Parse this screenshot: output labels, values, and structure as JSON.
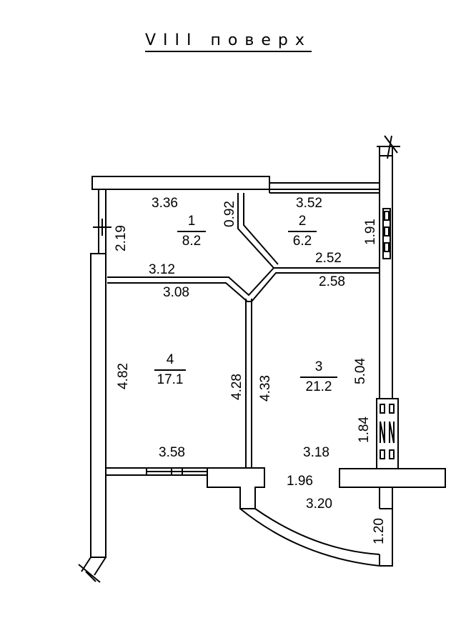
{
  "title": "VIII поверх",
  "rooms": [
    {
      "id": "1",
      "area": "8.2"
    },
    {
      "id": "2",
      "area": "6.2"
    },
    {
      "id": "3",
      "area": "21.2"
    },
    {
      "id": "4",
      "area": "17.1"
    }
  ],
  "dimensions": {
    "d_336": "3.36",
    "d_352": "3.52",
    "d_092": "0.92",
    "d_219": "2.19",
    "d_191": "1.91",
    "d_252": "2.52",
    "d_258": "2.58",
    "d_312": "3.12",
    "d_308": "3.08",
    "d_482": "4.82",
    "d_428": "4.28",
    "d_433": "4.33",
    "d_504": "5.04",
    "d_184": "1.84",
    "d_358": "3.58",
    "d_318": "3.18",
    "d_196": "1.96",
    "d_320": "3.20",
    "d_120": "1.20"
  }
}
